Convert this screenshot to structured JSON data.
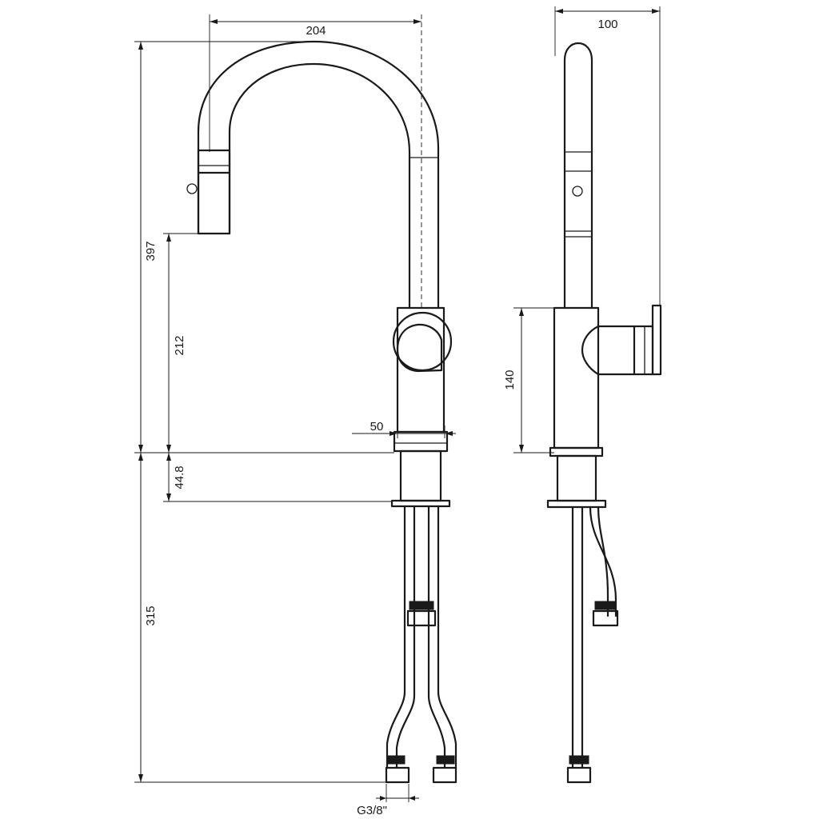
{
  "dimensions": {
    "spout_reach": "204",
    "depth": "100",
    "total_height": "397",
    "spout_outlet_height": "212",
    "body_height": "140",
    "base_diameter": "50",
    "mount_shank": "44.8",
    "hose_length": "315",
    "thread": "G3/8\""
  }
}
